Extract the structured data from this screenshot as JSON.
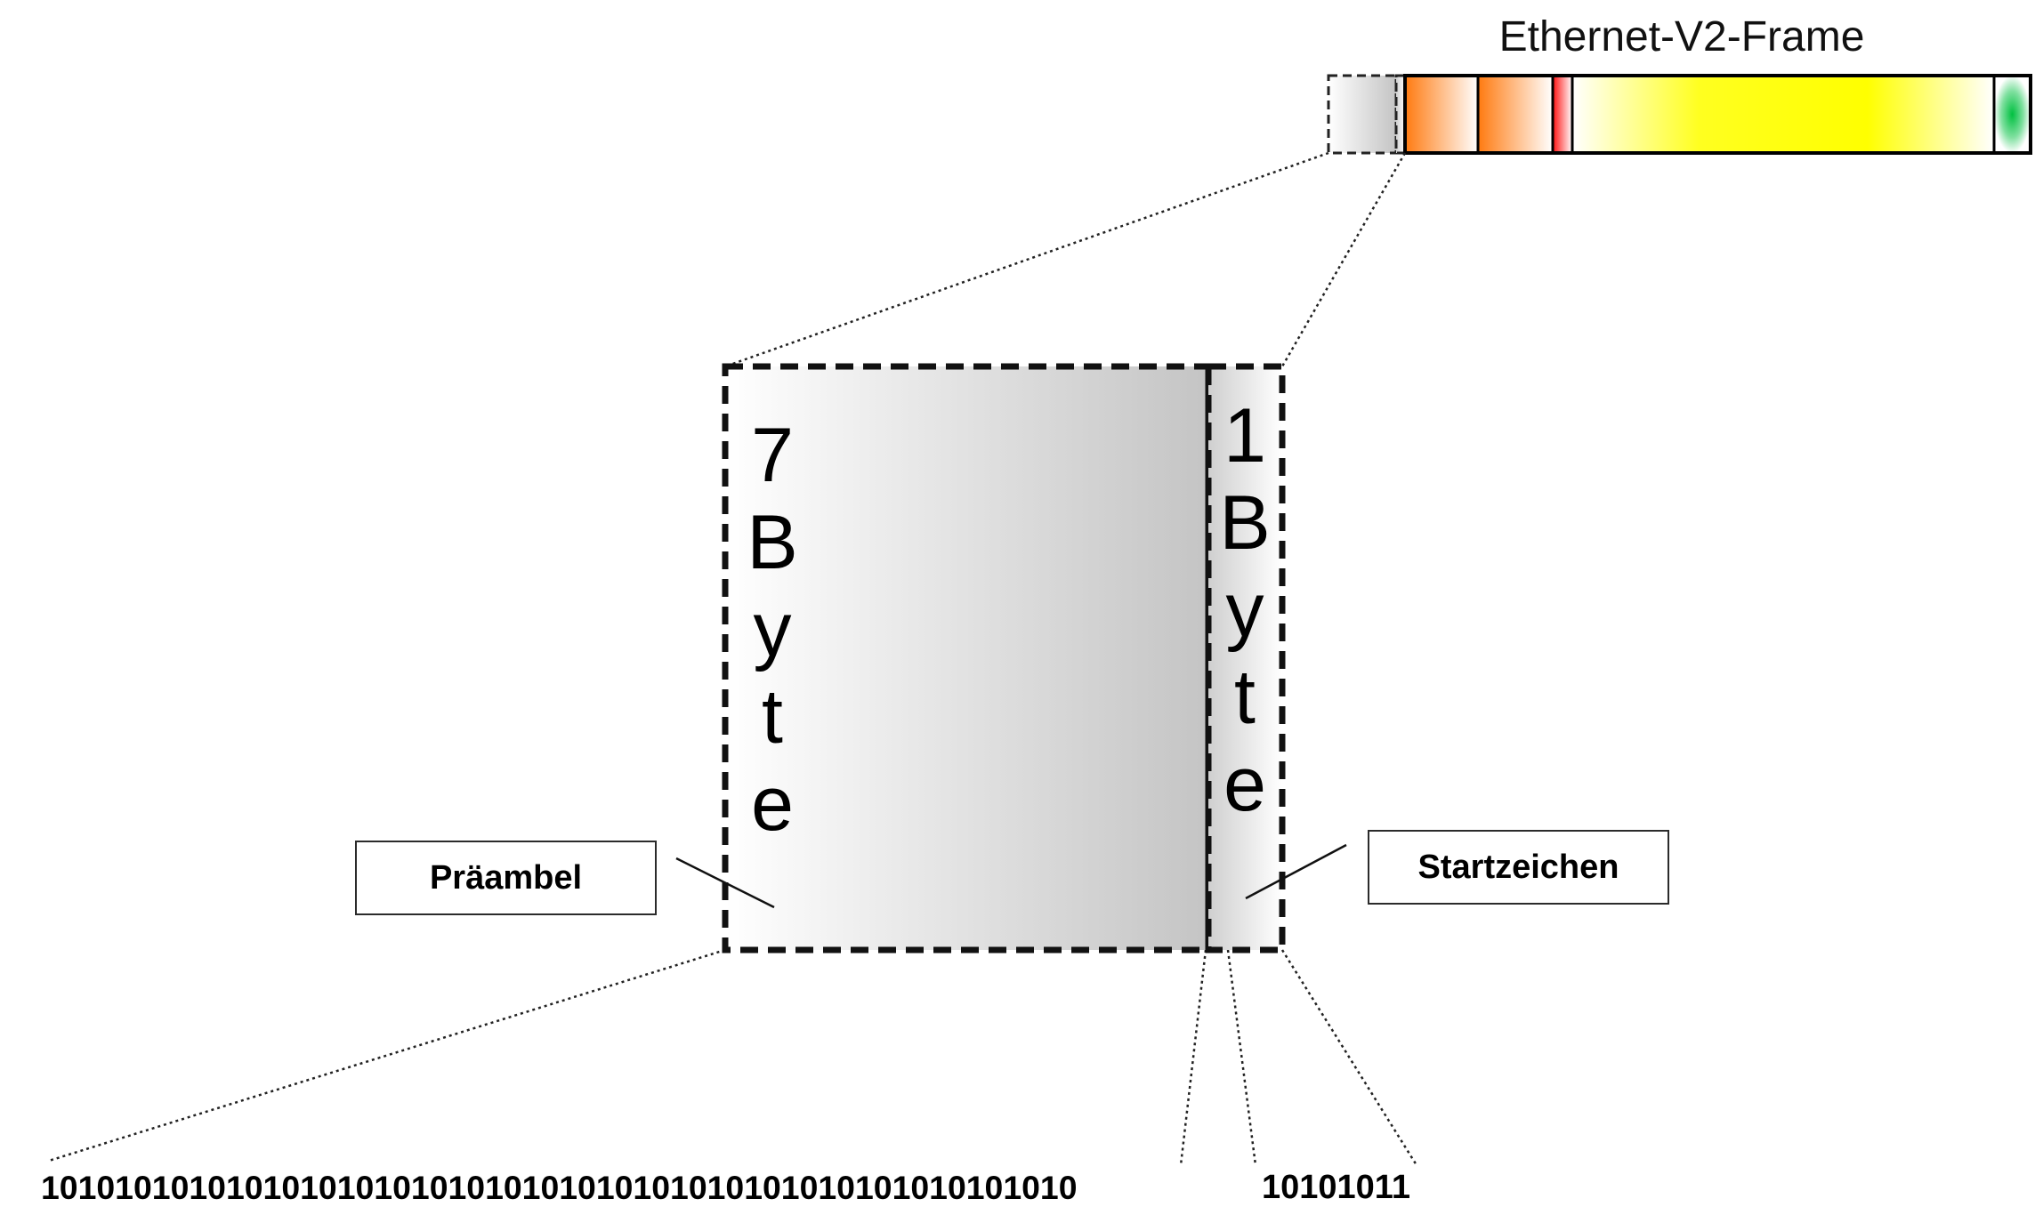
{
  "frame": {
    "title": "Ethernet-V2-Frame",
    "colors": {
      "preamble": "#c8c8c8",
      "address": "#ff8020",
      "type": "#e02020",
      "data": "#ffff00",
      "fcs": "#00cc33"
    }
  },
  "preamble_box": {
    "size_letters": [
      "7",
      "B",
      "y",
      "t",
      "e"
    ],
    "label": "Präambel",
    "bits": "10101010101010101010101010101010101010101010101010101010"
  },
  "sfd_box": {
    "size_letters": [
      "1",
      "B",
      "y",
      "t",
      "e"
    ],
    "label": "Startzeichen",
    "bits": "10101011"
  }
}
